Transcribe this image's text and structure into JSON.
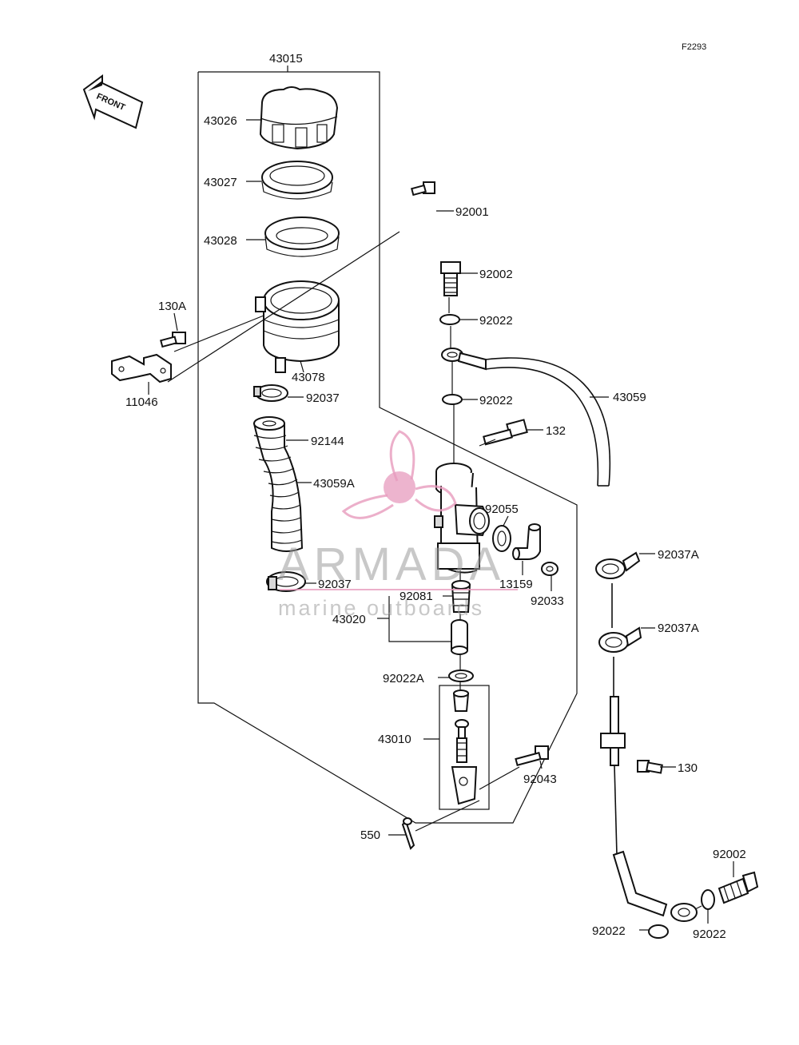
{
  "figure_code": "F2293",
  "front_arrow": {
    "label": "FRONT",
    "icon": "front-arrow-icon"
  },
  "watermark": {
    "title": "ARMADA",
    "subtitle": "marine outboards",
    "logo_icon": "propeller-icon",
    "color": "#e79bbd"
  },
  "parts": {
    "p43015": "43015",
    "p43026": "43026",
    "p43027": "43027",
    "p43028": "43028",
    "p92001": "92001",
    "p92002_top": "92002",
    "p92022_a": "92022",
    "p130A": "130A",
    "p11046": "11046",
    "p43078": "43078",
    "p92037_a": "92037",
    "p92022_b": "92022",
    "p43059": "43059",
    "p92144": "92144",
    "p132": "132",
    "p43059A": "43059A",
    "p92055": "92055",
    "p92037A_a": "92037A",
    "p13159": "13159",
    "p92033": "92033",
    "p92037_b": "92037",
    "p92081": "92081",
    "p43020": "43020",
    "p92037A_b": "92037A",
    "p92022A": "92022A",
    "p43010": "43010",
    "p130": "130",
    "p92043": "92043",
    "p550": "550",
    "p92002_bot": "92002",
    "p92022_c": "92022",
    "p92022_d": "92022"
  }
}
